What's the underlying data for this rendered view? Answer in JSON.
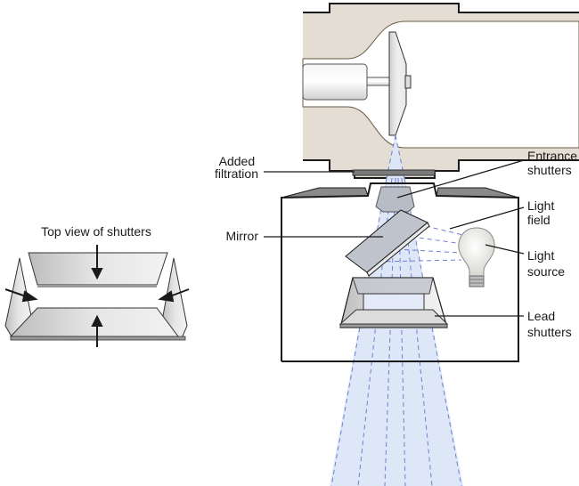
{
  "diagram": {
    "title": "X-ray tube collimator with light localization",
    "labels": {
      "added_filtration": [
        "Added",
        "filtration"
      ],
      "entrance_shutters": [
        "Entrance",
        "shutters"
      ],
      "mirror": "Mirror",
      "light_field": [
        "Light",
        "field"
      ],
      "light_source": [
        "Light",
        "source"
      ],
      "lead_shutters": [
        "Lead",
        "shutters"
      ],
      "top_view": "Top view of shutters"
    },
    "colors": {
      "housing": "#e3ddd3",
      "beam": "#dce6f7",
      "beam_dash": "#6f7fd0",
      "shutter_gray": "#c9ccd3",
      "filter_gray": "#7a7a7a",
      "outline": "#1a1a1a"
    }
  }
}
